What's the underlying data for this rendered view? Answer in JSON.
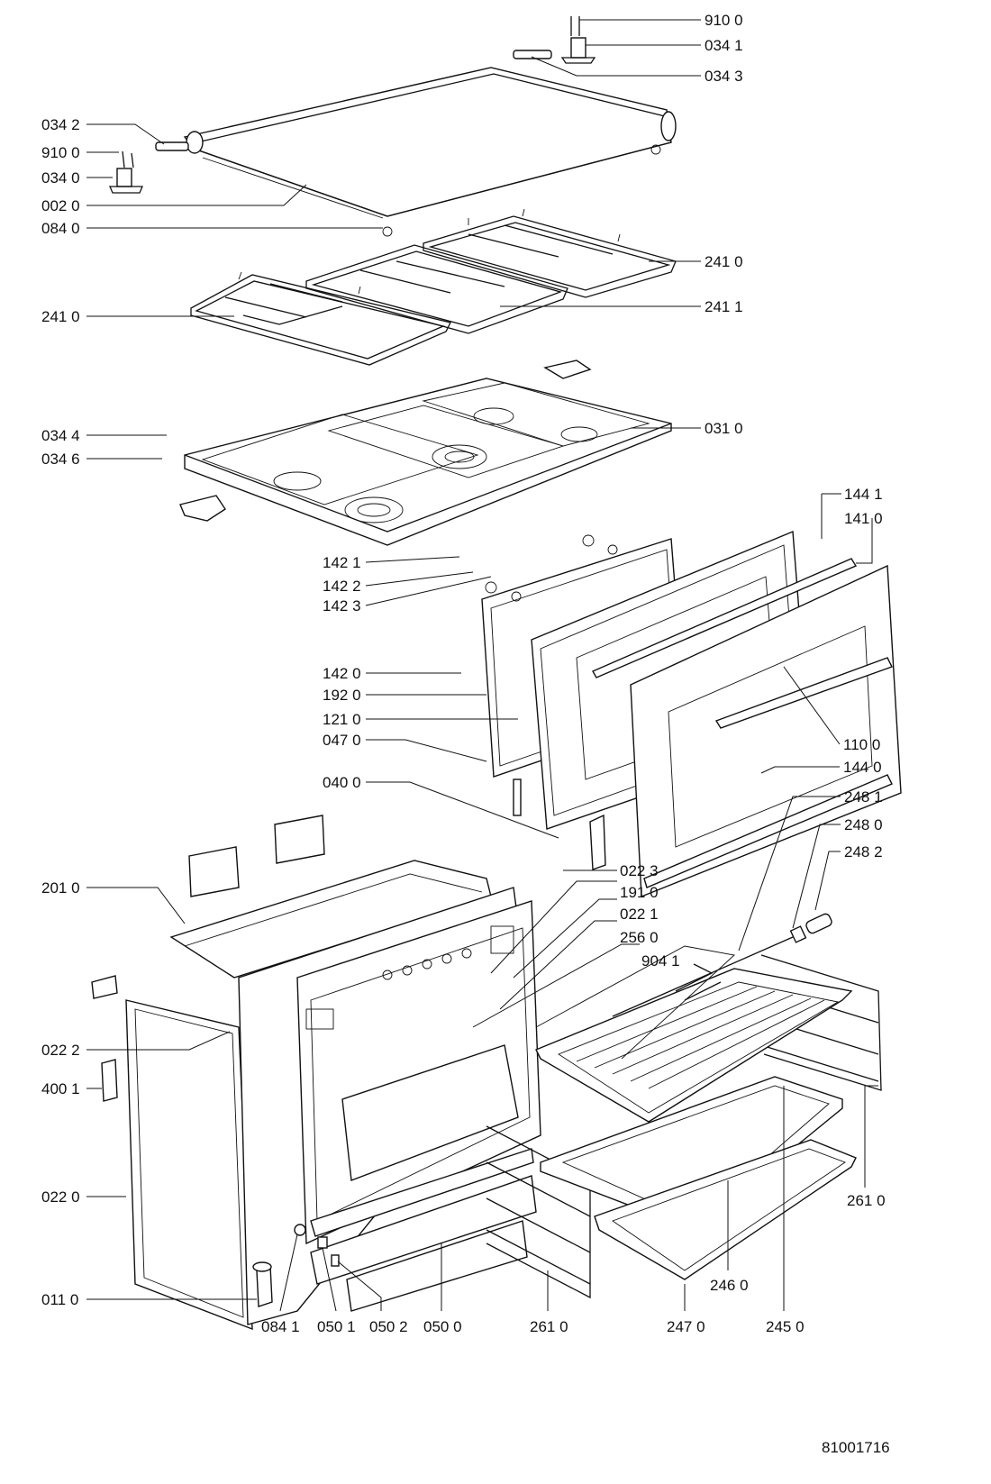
{
  "document_number": "81001716",
  "callouts": [
    {
      "id": "c-9100-top",
      "text": "910 0"
    },
    {
      "id": "c-0341",
      "text": "034 1"
    },
    {
      "id": "c-0343",
      "text": "034 3"
    },
    {
      "id": "c-0342",
      "text": "034 2"
    },
    {
      "id": "c-9100-left",
      "text": "910 0"
    },
    {
      "id": "c-0340",
      "text": "034 0"
    },
    {
      "id": "c-0020",
      "text": "002 0"
    },
    {
      "id": "c-0840",
      "text": "084 0"
    },
    {
      "id": "c-2410-right",
      "text": "241 0"
    },
    {
      "id": "c-2411",
      "text": "241 1"
    },
    {
      "id": "c-2410-left",
      "text": "241 0"
    },
    {
      "id": "c-0310",
      "text": "031 0"
    },
    {
      "id": "c-0344",
      "text": "034 4"
    },
    {
      "id": "c-0346",
      "text": "034 6"
    },
    {
      "id": "c-1441",
      "text": "144 1"
    },
    {
      "id": "c-1410",
      "text": "141 0"
    },
    {
      "id": "c-1421",
      "text": "142 1"
    },
    {
      "id": "c-1422",
      "text": "142 2"
    },
    {
      "id": "c-1423",
      "text": "142 3"
    },
    {
      "id": "c-1420",
      "text": "142 0"
    },
    {
      "id": "c-1920",
      "text": "192 0"
    },
    {
      "id": "c-1210",
      "text": "121 0"
    },
    {
      "id": "c-0470",
      "text": "047 0"
    },
    {
      "id": "c-1100",
      "text": "110 0"
    },
    {
      "id": "c-1440",
      "text": "144 0"
    },
    {
      "id": "c-0400",
      "text": "040 0"
    },
    {
      "id": "c-2481",
      "text": "248 1"
    },
    {
      "id": "c-2480",
      "text": "248 0"
    },
    {
      "id": "c-2482",
      "text": "248 2"
    },
    {
      "id": "c-0223",
      "text": "022 3"
    },
    {
      "id": "c-1910",
      "text": "191 0"
    },
    {
      "id": "c-0221",
      "text": "022 1"
    },
    {
      "id": "c-2560",
      "text": "256 0"
    },
    {
      "id": "c-9041",
      "text": "904 1"
    },
    {
      "id": "c-2010",
      "text": "201 0"
    },
    {
      "id": "c-0222",
      "text": "022 2"
    },
    {
      "id": "c-4001",
      "text": "400 1"
    },
    {
      "id": "c-0220",
      "text": "022 0"
    },
    {
      "id": "c-0110",
      "text": "011 0"
    },
    {
      "id": "c-0841",
      "text": "084 1"
    },
    {
      "id": "c-0501",
      "text": "050 1"
    },
    {
      "id": "c-0502",
      "text": "050 2"
    },
    {
      "id": "c-0500",
      "text": "050 0"
    },
    {
      "id": "c-2610-bottom",
      "text": "261 0"
    },
    {
      "id": "c-2470",
      "text": "247 0"
    },
    {
      "id": "c-2460",
      "text": "246 0"
    },
    {
      "id": "c-2450",
      "text": "245 0"
    },
    {
      "id": "c-2610-right",
      "text": "261 0"
    }
  ]
}
